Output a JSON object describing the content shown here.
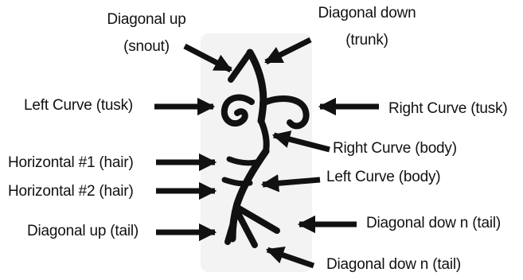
{
  "labels": {
    "diagonal_up_snout": [
      "Diagonal up",
      "(snout)"
    ],
    "diagonal_down_trunk": [
      "Diagonal down",
      "(trunk)"
    ],
    "left_curve_tusk": "Left Curve (tusk)",
    "right_curve_tusk": "Right Curve (tusk)",
    "right_curve_body": "Right Curve (body)",
    "horizontal_1_hair": "Horizontal #1 (hair)",
    "left_curve_body": "Left Curve (body)",
    "horizontal_2_hair": "Horizontal #2 (hair)",
    "diagonal_down_tail_1": "Diagonal dow n (tail)",
    "diagonal_up_tail": "Diagonal up (tail)",
    "diagonal_down_tail_2": "Diagonal dow n (tail)"
  },
  "colors": {
    "ink": "#111111",
    "glyph_background": "#f3f3f3"
  }
}
